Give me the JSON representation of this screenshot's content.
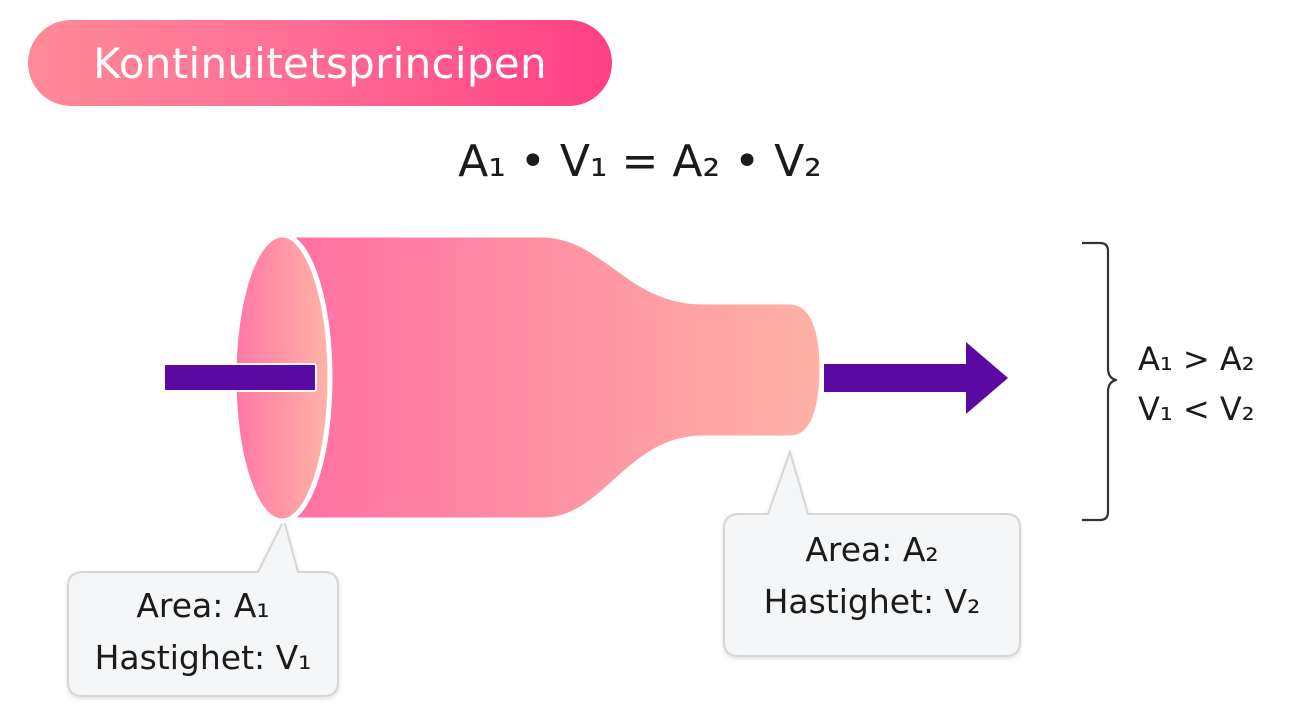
{
  "title": "Kontinuitetsprincipen",
  "equation": "A₁ • V₁ = A₂ • V₂",
  "relations": {
    "line1": "A₁ > A₂",
    "line2": "V₁ < V₂"
  },
  "callout_inlet": {
    "line1": "Area: A₁",
    "line2": "Hastighet: V₁"
  },
  "callout_outlet": {
    "line1": "Area: A₂",
    "line2": "Hastighet: V₂"
  },
  "colors": {
    "pipe_start": "#ff6fa3",
    "pipe_end": "#ffb2a5",
    "arrow": "#5a0aa3",
    "title_start": "#ff8a97",
    "title_end": "#ff3f84",
    "callout_fill": "#f5f6f8",
    "callout_stroke": "#d6d6d6",
    "bracket": "#333333"
  }
}
